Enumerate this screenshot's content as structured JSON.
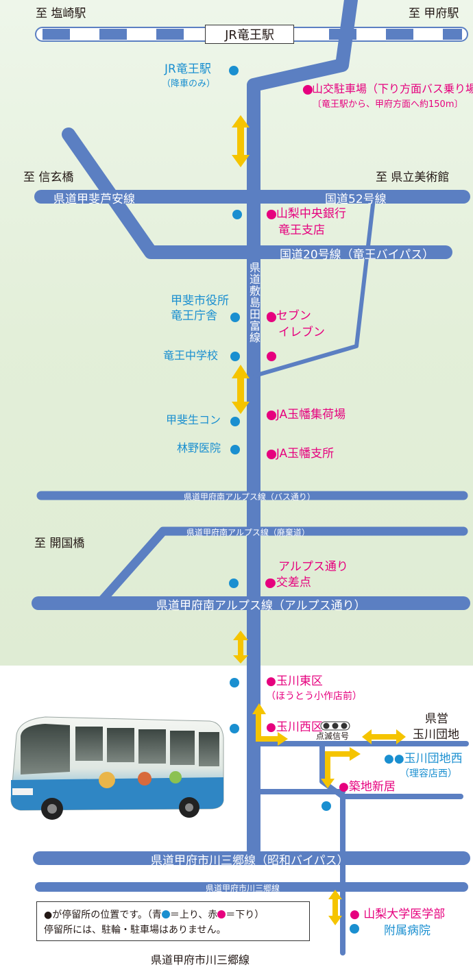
{
  "top": {
    "to_shiozaki": "至 塩崎駅",
    "to_kofu": "至 甲府駅",
    "station": "JR竜王駅"
  },
  "directions": {
    "to_shingenbashi": "至 信玄橋",
    "to_bijutsukan": "至 県立美術館",
    "to_kaikokubashi": "至 開国橋"
  },
  "roads": {
    "kai_ashiyasu": "県道甲斐芦安線",
    "route52": "国道52号線",
    "route20": "国道20号線（竜王バイパス）",
    "shikishima": "県道敷島田富線",
    "alps_bus": "県道甲府南アルプス線（バス通り）",
    "alps_old": "県道甲府南アルプス線（廃棄道）",
    "alps_main": "県道甲府南アルプス線（アルプス通り）",
    "showa": "県道甲府市川三郷線（昭和バイパス）",
    "ichikawa": "県道甲府市川三郷線",
    "ichikawa_bottom": "県道甲府市川三郷線"
  },
  "stops": {
    "jr_ryuo": "JR竜王駅",
    "jr_ryuo_note": "（降車のみ）",
    "sanko_parking": "●山交駐車場（下り方面バス乗り場）",
    "sanko_parking_note": "〔竜王駅から、甲府方面へ約150m〕",
    "yamanashi_bank_1": "●山梨中央銀行",
    "yamanashi_bank_2": "竜王支店",
    "kai_city_1": "甲斐市役所",
    "kai_city_2": "竜王庁舎",
    "seven_1": "●セブン",
    "seven_2": "イレブン",
    "ryuo_chu": "竜王中学校",
    "kaisei_con": "甲斐生コン",
    "ja_shuka": "●JA玉幡集荷場",
    "hayashino": "林野医院",
    "ja_branch": "●JA玉幡支所",
    "alps_cross_1": "アルプス通り",
    "alps_cross_2": "●交差点",
    "tamagawa_east": "●玉川東区",
    "tamagawa_east_note": "（ほうとう小作店前）",
    "tamagawa_west": "●玉川西区",
    "blinking": "点滅信号",
    "kenei_1": "県営",
    "kenei_2": "玉川団地",
    "danchi_west": "●●玉川団地西",
    "danchi_west_note": "（理容店西）",
    "tsukiji": "●築地新居",
    "hospital_1": "● 山梨大学医学部",
    "hospital_2": "附属病院"
  },
  "legend": {
    "line1_a": "●が停留所の位置です。（青",
    "line1_b": "＝上り、赤",
    "line1_c": "＝下り）",
    "line2": "停留所には、駐輪・駐車場はありません。"
  },
  "colors": {
    "road": "#5b7fc2",
    "stop_up": "#1a8fd0",
    "stop_down": "#e6007e",
    "arrow": "#f5c400",
    "background_top": "#e2efd8"
  }
}
